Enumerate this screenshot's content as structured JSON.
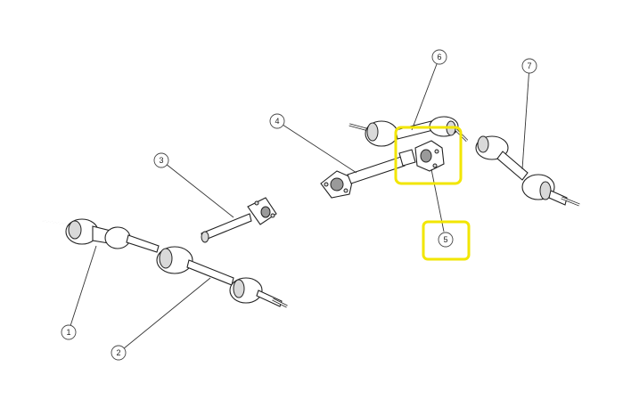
{
  "callouts": [
    {
      "id": "1",
      "label": "1"
    },
    {
      "id": "2",
      "label": "2"
    },
    {
      "id": "3",
      "label": "3"
    },
    {
      "id": "4",
      "label": "4"
    },
    {
      "id": "5",
      "label": "5"
    },
    {
      "id": "6",
      "label": "6"
    },
    {
      "id": "7",
      "label": "7"
    }
  ],
  "highlight_color": "#f2e600"
}
